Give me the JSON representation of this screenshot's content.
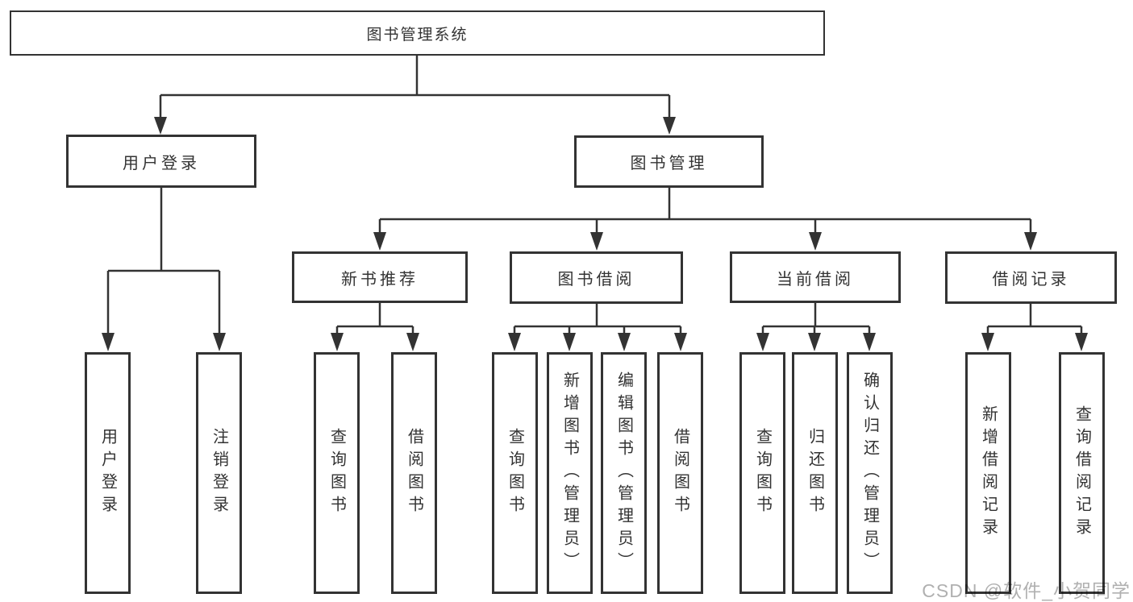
{
  "colors": {
    "line": "#333333",
    "text": "#333333",
    "background": "#ffffff",
    "watermark": "#b0b0b0"
  },
  "watermark": "CSDN @软件_小贺同学",
  "tree": {
    "label": "图书管理系统",
    "children": [
      {
        "label": "用户登录",
        "children": [
          {
            "label": "用户登录"
          },
          {
            "label": "注销登录"
          }
        ]
      },
      {
        "label": "图书管理",
        "children": [
          {
            "label": "新书推荐",
            "children": [
              {
                "label": "查询图书"
              },
              {
                "label": "借阅图书"
              }
            ]
          },
          {
            "label": "图书借阅",
            "children": [
              {
                "label": "查询图书"
              },
              {
                "label": "新增图书（管理员）"
              },
              {
                "label": "编辑图书（管理员）"
              },
              {
                "label": "借阅图书"
              }
            ]
          },
          {
            "label": "当前借阅",
            "children": [
              {
                "label": "查询图书"
              },
              {
                "label": "归还图书"
              },
              {
                "label": "确认归还（管理员）"
              }
            ]
          },
          {
            "label": "借阅记录",
            "children": [
              {
                "label": "新增借阅记录"
              },
              {
                "label": "查询借阅记录"
              }
            ]
          }
        ]
      }
    ]
  }
}
